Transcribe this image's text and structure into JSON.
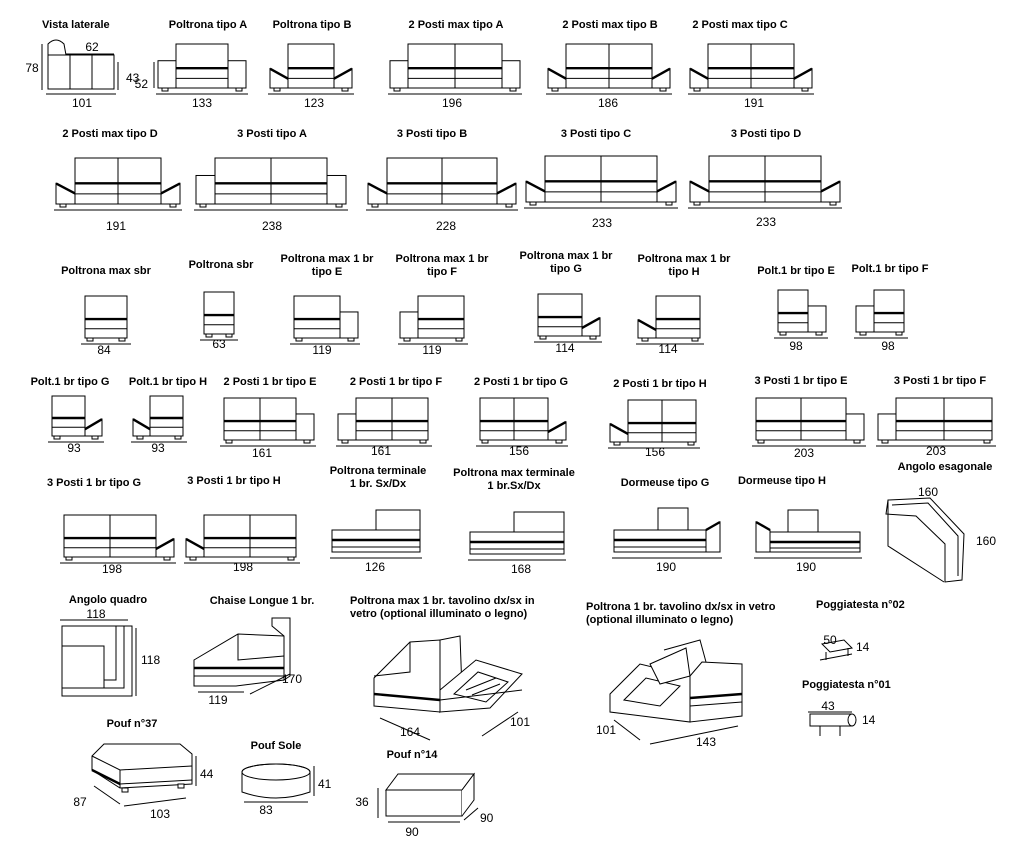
{
  "items": [
    {
      "title": [
        "Vista laterale"
      ],
      "dims": [
        "62",
        "78",
        "43",
        "101"
      ]
    },
    {
      "title": [
        "Poltrona tipo A"
      ],
      "dims": [
        "52",
        "133"
      ]
    },
    {
      "title": [
        "Poltrona tipo B"
      ],
      "dims": [
        "123"
      ]
    },
    {
      "title": [
        "2 Posti max tipo A"
      ],
      "dims": [
        "196"
      ]
    },
    {
      "title": [
        "2 Posti max tipo B"
      ],
      "dims": [
        "186"
      ]
    },
    {
      "title": [
        "2 Posti max tipo C"
      ],
      "dims": [
        "191"
      ]
    },
    {
      "title": [
        "2 Posti max tipo D"
      ],
      "dims": [
        "191"
      ]
    },
    {
      "title": [
        "3 Posti tipo A"
      ],
      "dims": [
        "238"
      ]
    },
    {
      "title": [
        "3 Posti tipo B"
      ],
      "dims": [
        "228"
      ]
    },
    {
      "title": [
        "3 Posti tipo C"
      ],
      "dims": [
        "233"
      ]
    },
    {
      "title": [
        "3 Posti tipo D"
      ],
      "dims": [
        "233"
      ]
    },
    {
      "title": [
        "Poltrona max sbr"
      ],
      "dims": [
        "84"
      ]
    },
    {
      "title": [
        "Poltrona sbr"
      ],
      "dims": [
        "63"
      ]
    },
    {
      "title": [
        "Poltrona max 1 br",
        "tipo E"
      ],
      "dims": [
        "119"
      ]
    },
    {
      "title": [
        "Poltrona max 1 br",
        "tipo F"
      ],
      "dims": [
        "119"
      ]
    },
    {
      "title": [
        "Poltrona max 1 br",
        "tipo G"
      ],
      "dims": [
        "114"
      ]
    },
    {
      "title": [
        "Poltrona max 1 br",
        "tipo H"
      ],
      "dims": [
        "114"
      ]
    },
    {
      "title": [
        "Polt.1 br tipo E"
      ],
      "dims": [
        "98"
      ]
    },
    {
      "title": [
        "Polt.1 br tipo F"
      ],
      "dims": [
        "98"
      ]
    },
    {
      "title": [
        "Polt.1 br tipo G"
      ],
      "dims": [
        "93"
      ]
    },
    {
      "title": [
        "Polt.1 br tipo H"
      ],
      "dims": [
        "93"
      ]
    },
    {
      "title": [
        "2 Posti 1 br tipo E"
      ],
      "dims": [
        "161"
      ]
    },
    {
      "title": [
        "2 Posti 1 br tipo F"
      ],
      "dims": [
        "161"
      ]
    },
    {
      "title": [
        "2 Posti 1 br tipo G"
      ],
      "dims": [
        "156"
      ]
    },
    {
      "title": [
        "2 Posti 1 br tipo H"
      ],
      "dims": [
        "156"
      ]
    },
    {
      "title": [
        "3 Posti 1 br tipo E"
      ],
      "dims": [
        "203"
      ]
    },
    {
      "title": [
        "3 Posti 1 br tipo F"
      ],
      "dims": [
        "203"
      ]
    },
    {
      "title": [
        "3 Posti 1 br tipo G"
      ],
      "dims": [
        "198"
      ]
    },
    {
      "title": [
        "3 Posti 1 br tipo H"
      ],
      "dims": [
        "198"
      ]
    },
    {
      "title": [
        "Poltrona terminale",
        "1 br. Sx/Dx"
      ],
      "dims": [
        "126"
      ]
    },
    {
      "title": [
        "Poltrona max terminale",
        "1 br.Sx/Dx"
      ],
      "dims": [
        "168"
      ]
    },
    {
      "title": [
        "Dormeuse tipo G"
      ],
      "dims": [
        "190"
      ]
    },
    {
      "title": [
        "Dormeuse tipo H"
      ],
      "dims": [
        "190"
      ]
    },
    {
      "title": [
        "Angolo esagonale"
      ],
      "dims": [
        "160",
        "160"
      ]
    },
    {
      "title": [
        "Angolo quadro"
      ],
      "dims": [
        "118",
        "118"
      ]
    },
    {
      "title": [
        "Chaise Longue 1 br."
      ],
      "dims": [
        "119",
        "170"
      ]
    },
    {
      "title": [
        "Poltrona max 1 br. tavolino dx/sx in",
        "vetro (optional illuminato o legno)"
      ],
      "dims": [
        "164",
        "101"
      ]
    },
    {
      "title": [
        "Poltrona  1 br. tavolino dx/sx in vetro",
        "(optional illuminato o legno)"
      ],
      "dims": [
        "101",
        "143"
      ]
    },
    {
      "title": [
        "Poggiatesta n°02"
      ],
      "dims": [
        "50",
        "14"
      ]
    },
    {
      "title": [
        "Poggiatesta n°01"
      ],
      "dims": [
        "43",
        "14"
      ]
    },
    {
      "title": [
        "Pouf n°37"
      ],
      "dims": [
        "44",
        "87",
        "103"
      ]
    },
    {
      "title": [
        "Pouf Sole"
      ],
      "dims": [
        "41",
        "83"
      ]
    },
    {
      "title": [
        "Pouf n°14"
      ],
      "dims": [
        "36",
        "90",
        "90"
      ]
    }
  ]
}
